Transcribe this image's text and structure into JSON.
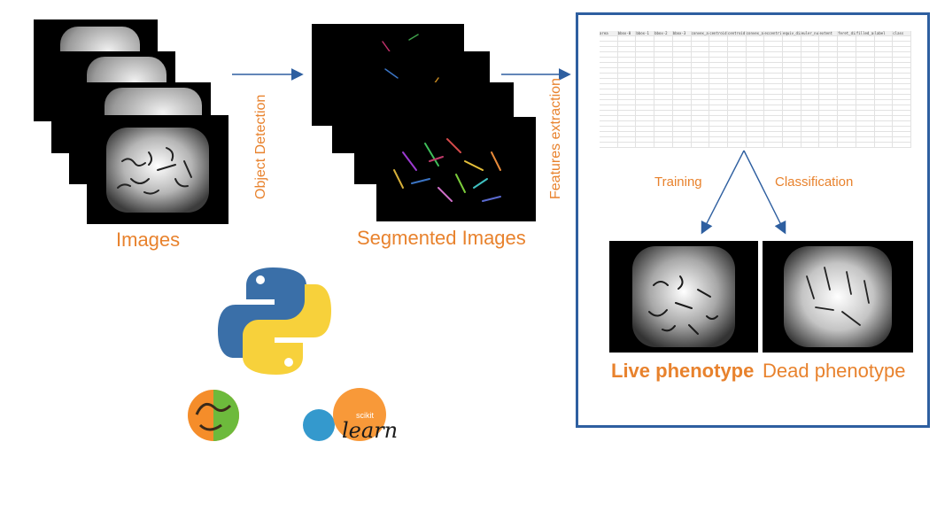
{
  "labels": {
    "images": "Images",
    "segmented": "Segmented Images",
    "object_detection": "Object Detection",
    "features_extraction": "Features extraction",
    "training": "Training",
    "classification": "Classification",
    "live": "Live phenotype",
    "dead": "Dead phenotype"
  },
  "spreadsheet": {
    "headers": [
      "area",
      "bbox-0",
      "bbox-1",
      "bbox-2",
      "bbox-3",
      "convex_area",
      "centroid-0",
      "centroid-1",
      "convex_area",
      "eccentricity",
      "equiv_diam",
      "euler_number",
      "extent",
      "feret_diam",
      "filled_area",
      "label",
      "class"
    ],
    "row_count": 21
  },
  "logos": {
    "python": "python-logo",
    "scikit_image": "scikit-image-logo",
    "sklearn_small": "scikit",
    "sklearn_big": "learn"
  },
  "colors": {
    "accent": "#e8822d",
    "arrow": "#2e5fa0",
    "python_blue": "#3a6fa8",
    "python_yellow": "#f7d13b",
    "sk_blue": "#3499cd",
    "sk_orange": "#f89939"
  }
}
